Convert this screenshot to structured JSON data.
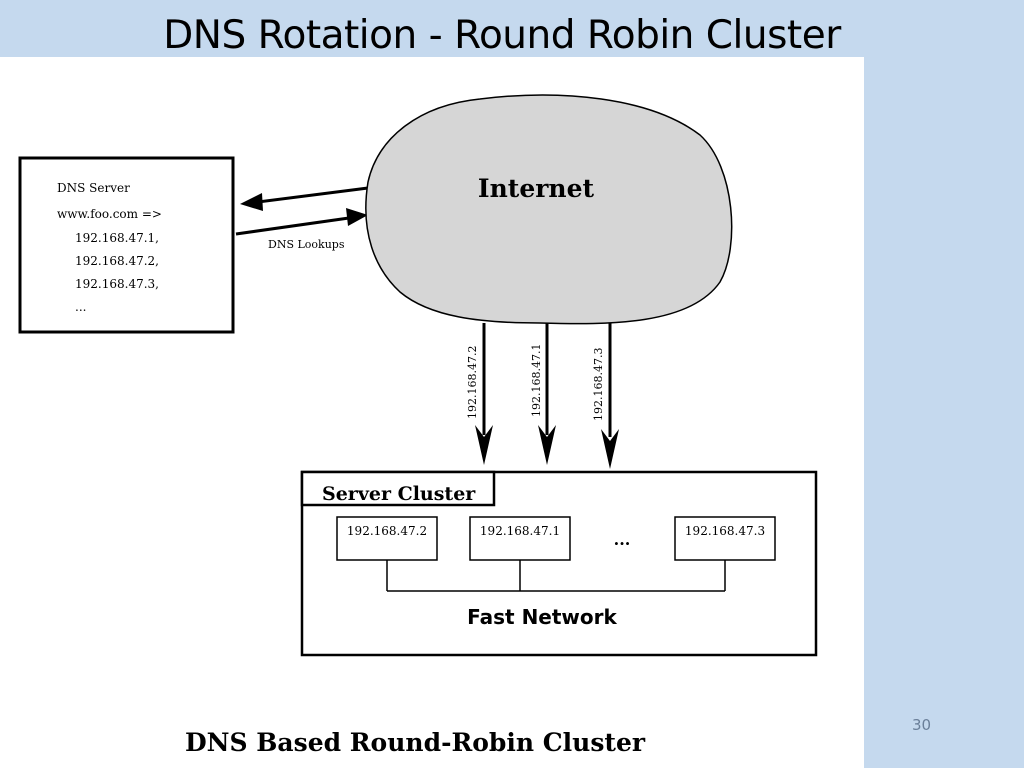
{
  "slide": {
    "title": "DNS Rotation - Round Robin Cluster",
    "page_number": "30"
  },
  "diagram": {
    "dns_server": {
      "title": "DNS Server",
      "mapping": "www.foo.com =>",
      "entries": [
        "192.168.47.1,",
        "192.168.47.2,",
        "192.168.47.3,",
        "..."
      ]
    },
    "lookup_label": "DNS Lookups",
    "internet_label": "Internet",
    "route_labels": [
      "192.168.47.2",
      "192.168.47.1",
      "192.168.47.3"
    ],
    "cluster": {
      "title": "Server Cluster",
      "servers": [
        "192.168.47.2",
        "192.168.47.1",
        "192.168.47.3"
      ],
      "ellipsis": "...",
      "network_label": "Fast Network"
    },
    "caption": "DNS Based Round-Robin Cluster"
  }
}
